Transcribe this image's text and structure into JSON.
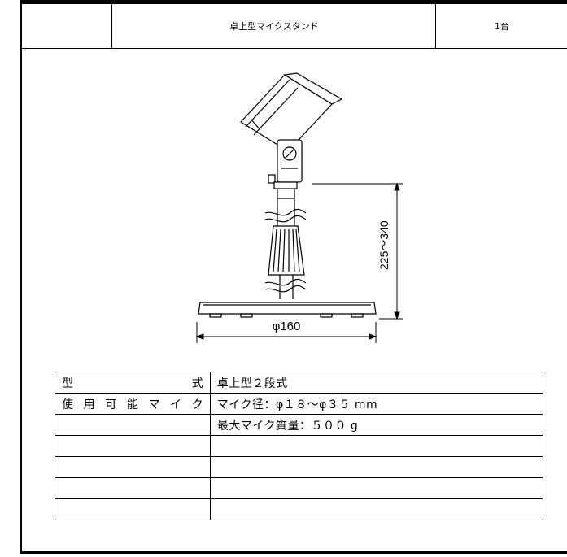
{
  "header": {
    "cell_0": "",
    "product_name": "卓上型マイクスタンド",
    "quantity": "1台"
  },
  "drawing": {
    "height_dimension": "225～340",
    "base_diameter": "φ160"
  },
  "spec_table": {
    "rows": [
      {
        "label_chars": [
          "型",
          "式"
        ],
        "value": "卓上型２段式"
      },
      {
        "label_chars": [
          "使",
          "用",
          "可",
          "能",
          "マ",
          "イ",
          "ク"
        ],
        "value": "マイク径：φ１８～φ３５ mm"
      },
      {
        "label_chars": [],
        "value": "最大マイク質量：５００ g"
      },
      {
        "label_chars": [],
        "value": ""
      },
      {
        "label_chars": [],
        "value": ""
      },
      {
        "label_chars": [],
        "value": ""
      },
      {
        "label_chars": [],
        "value": ""
      }
    ]
  }
}
